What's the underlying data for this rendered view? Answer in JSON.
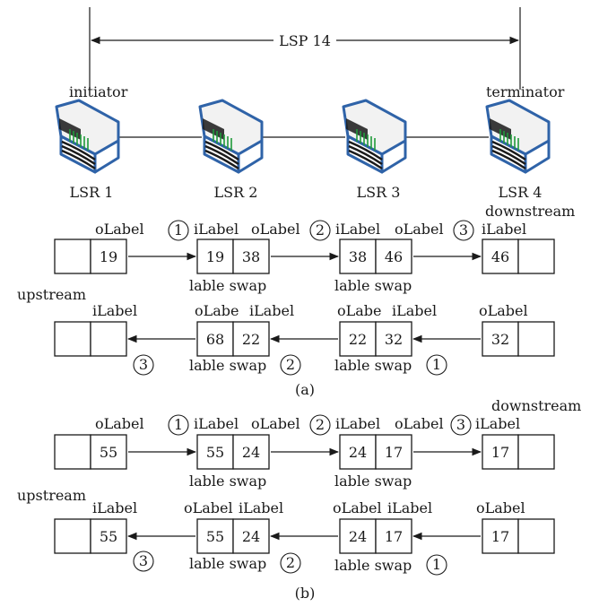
{
  "lsp": {
    "label": "LSP 14"
  },
  "roles": {
    "initiator": "initiator",
    "terminator": "terminator"
  },
  "routers": [
    "LSR 1",
    "LSR 2",
    "LSR 3",
    "LSR 4"
  ],
  "colors": {
    "router_edge": "#2f63a8",
    "router_body": "#f2f2f2",
    "router_stripe": "#1f9a3a"
  },
  "terms": {
    "downstream": "downstream",
    "upstream": "upstream",
    "oLabel": "oLabel",
    "iLabel": "iLabel",
    "oLabe": "oLabe",
    "lable_swap": "lable swap"
  },
  "steps": {
    "1": "1",
    "2": "2",
    "3": "3"
  },
  "part_a": {
    "caption": "(a)",
    "forward": {
      "c1": "19",
      "c2_in": "19",
      "c2_out": "38",
      "c3_in": "38",
      "c3_out": "46",
      "c4": "46"
    },
    "reverse": {
      "c1": "",
      "c2_out": "68",
      "c2_in": "22",
      "c3_out": "22",
      "c3_in": "32",
      "c4": "32"
    }
  },
  "part_b": {
    "caption": "(b)",
    "forward": {
      "c1": "55",
      "c2_in": "55",
      "c2_out": "24",
      "c3_in": "24",
      "c3_out": "17",
      "c4": "17"
    },
    "reverse": {
      "c1": "55",
      "c2_out": "55",
      "c2_in": "24",
      "c3_out": "24",
      "c3_in": "17",
      "c4": "17"
    }
  }
}
